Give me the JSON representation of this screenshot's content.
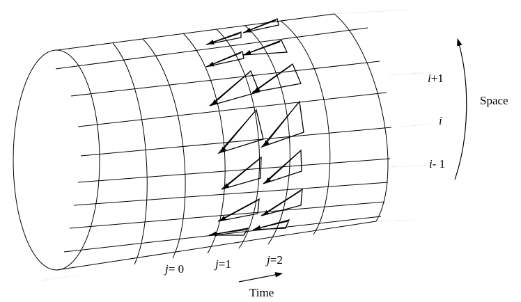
{
  "labels": {
    "row_above": "i+1",
    "row_mid": "i",
    "row_below": "i- 1",
    "space_axis": "Space",
    "time_axis": "Time",
    "col_0": "j= 0",
    "col_1": "j=1",
    "col_2": "j=2"
  },
  "style": {
    "line_color": "#000000",
    "guide_color": "#bbbbbb",
    "background": "#ffffff"
  }
}
